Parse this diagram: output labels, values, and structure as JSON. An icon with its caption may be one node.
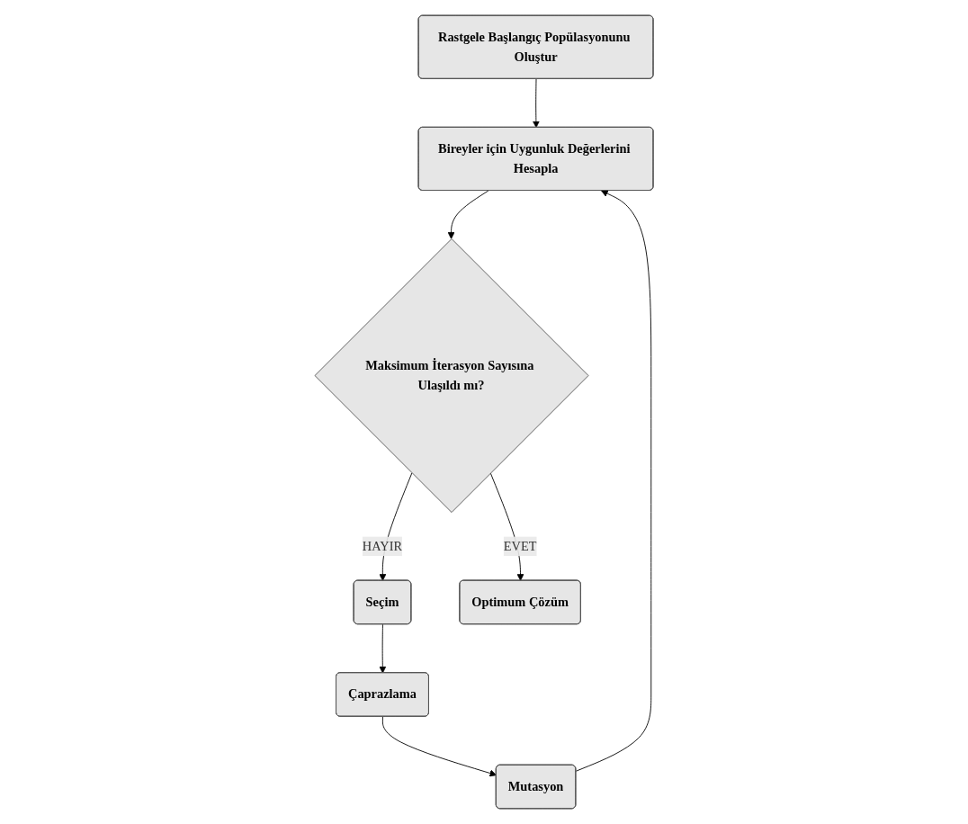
{
  "diagram": {
    "nodes": [
      {
        "text": [
          "Rastgele Başlangıç Popülasyonunu Oluştur"
        ]
      },
      {
        "text": [
          "Bireyler için Uygunluk Değerlerini Hesapla"
        ]
      },
      {
        "text": [
          "Maksimum İterasyon Sayısına Ulaşıldı mı?"
        ]
      },
      {
        "text": [
          "Seçim"
        ]
      },
      {
        "text": [
          "Çaprazlama"
        ]
      },
      {
        "text": [
          "Mutasyon"
        ]
      },
      {
        "text": [
          "Optimum Çözüm"
        ]
      }
    ],
    "edges": [
      {
        "from": 0,
        "to": 1,
        "arrow": "to"
      },
      {
        "from": 1,
        "to": 2,
        "arrow": "to"
      },
      {
        "from": 2,
        "to": 3,
        "label": "HAYIR",
        "arrow": "to"
      },
      {
        "from": 3,
        "to": 4,
        "arrow": "to"
      },
      {
        "from": 4,
        "to": 5,
        "arrow": "to"
      },
      {
        "from": 5,
        "to": 1,
        "arrow": "to"
      },
      {
        "from": 2,
        "to": 6,
        "label": "EVET",
        "arrow": "to"
      }
    ]
  }
}
